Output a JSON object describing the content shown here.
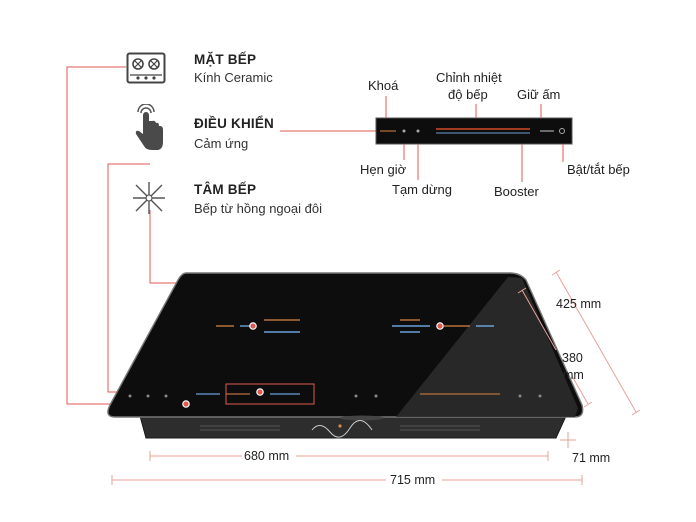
{
  "features": [
    {
      "title": "MẶT BẾP",
      "subtitle": "Kính Ceramic",
      "icon": "gas-stove-icon"
    },
    {
      "title": "ĐIỀU KHIỂN",
      "subtitle": "Cảm ứng",
      "icon": "touch-hand-icon"
    },
    {
      "title": "TÂM BẾP",
      "subtitle": "Bếp từ hồng ngoại đôi",
      "icon": "burner-spark-icon"
    }
  ],
  "panel_labels": {
    "lock": "Khoá",
    "temp_line1": "Chỉnh nhiệt",
    "temp_line2": "độ bếp",
    "keep_warm": "Giữ ấm",
    "timer": "Hẹn giờ",
    "pause": "Tạm dừng",
    "booster": "Booster",
    "power": "Bật/tắt bếp"
  },
  "dimensions": {
    "depth_outer": "425 mm",
    "depth_inner_line1": "380",
    "depth_inner_line2": "mm",
    "width_inner": "680 mm",
    "width_outer": "715 mm",
    "height": "71 mm"
  },
  "colors": {
    "leader": "#e05a50",
    "dimension": "#e8a29a",
    "glass": "#0d0d0d"
  }
}
